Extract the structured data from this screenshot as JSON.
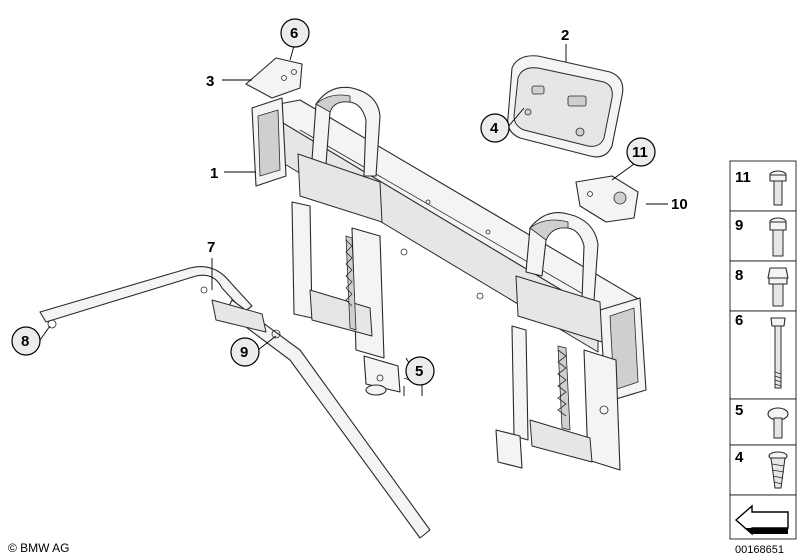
{
  "diagram": {
    "callouts": [
      {
        "id": "c1",
        "label": "1",
        "circled": false
      },
      {
        "id": "c2",
        "label": "2",
        "circled": false
      },
      {
        "id": "c3",
        "label": "3",
        "circled": false
      },
      {
        "id": "c4",
        "label": "4",
        "circled": true
      },
      {
        "id": "c5",
        "label": "5",
        "circled": true
      },
      {
        "id": "c6",
        "label": "6",
        "circled": true
      },
      {
        "id": "c7",
        "label": "7",
        "circled": false
      },
      {
        "id": "c8",
        "label": "8",
        "circled": true
      },
      {
        "id": "c9",
        "label": "9",
        "circled": true
      },
      {
        "id": "c10",
        "label": "10",
        "circled": false
      },
      {
        "id": "c11",
        "label": "11",
        "circled": true
      }
    ],
    "fastener_legend": [
      "11",
      "9",
      "8",
      "6",
      "5",
      "4"
    ],
    "copyright": "© BMW AG",
    "image_number": "00168651"
  }
}
